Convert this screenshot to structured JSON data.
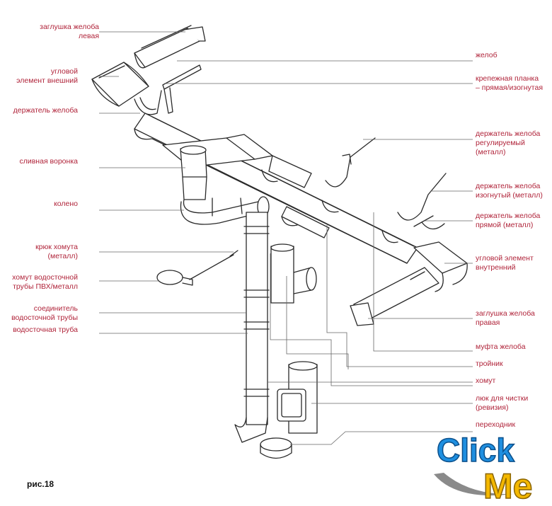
{
  "figure_label": "рис.18",
  "logo": {
    "word1": "Click",
    "word2": "Me",
    "colors": {
      "blue": "#1f8fe0",
      "gold": "#f4b800"
    }
  },
  "label_color": "#b0243a",
  "labels": {
    "cap_left": [
      "заглушка желоба",
      "левая"
    ],
    "corner_external": [
      "угловой",
      "элемент внешний"
    ],
    "gutter_holder": [
      "держатель желоба"
    ],
    "funnel": [
      "сливная воронка"
    ],
    "elbow": [
      "колено"
    ],
    "clamp_hook": [
      "крюк хомута",
      "(металл)"
    ],
    "pipe_clamp": [
      "хомут водосточной",
      "трубы ПВХ/металл"
    ],
    "pipe_connector": [
      "соединитель",
      "водосточной трубы"
    ],
    "downpipe": [
      "водосточная труба"
    ],
    "gutter": [
      "желоб"
    ],
    "mounting_strip": [
      "крепежная планка",
      "– прямая/изогнутая"
    ],
    "holder_adjustable": [
      "держатель желоба",
      "регулируемый",
      "(металл)"
    ],
    "holder_bent": [
      "держатель желоба",
      "изогнутый (металл)"
    ],
    "holder_straight": [
      "держатель желоба",
      "прямой (металл)"
    ],
    "corner_internal": [
      "угловой элемент",
      "внутренний"
    ],
    "cap_right": [
      "заглушка желоба",
      "правая"
    ],
    "coupling": [
      "муфта желоба"
    ],
    "tee": [
      "тройник"
    ],
    "clamp": [
      "хомут"
    ],
    "cleanout": [
      "люк для чистки",
      "(ревизия)"
    ],
    "adapter": [
      "переходник"
    ]
  }
}
